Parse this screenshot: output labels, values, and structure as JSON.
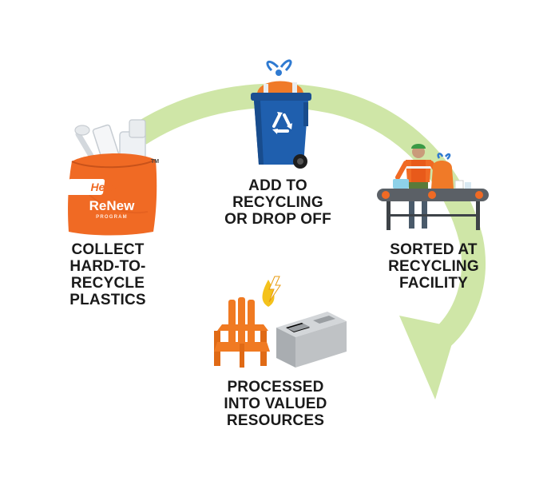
{
  "steps": [
    {
      "id": "collect",
      "lines": [
        "COLLECT",
        "HARD-TO-",
        "RECYCLE",
        "PLASTICS"
      ]
    },
    {
      "id": "add",
      "lines": [
        "ADD TO",
        "RECYCLING",
        "OR DROP OFF"
      ]
    },
    {
      "id": "sorted",
      "lines": [
        "SORTED AT",
        "RECYCLING",
        "FACILITY"
      ]
    },
    {
      "id": "processed",
      "lines": [
        "PROCESSED",
        "INTO VALUED",
        "RESOURCES"
      ]
    }
  ],
  "bag": {
    "brand": "Hefty",
    "product": "ReNew",
    "subtext": "PROGRAM",
    "mark": "TM"
  },
  "icons": [
    "orange-recycling-bag-icon",
    "blue-recycling-bin-icon",
    "recycle-symbol-icon",
    "worker-conveyor-icon",
    "adirondack-chair-icon",
    "energy-drop-icon",
    "cinder-block-icon"
  ],
  "colors": {
    "arrow": "#cfe6a7",
    "bag": "#f06a24",
    "bin": "#1f5fae",
    "chair": "#f07a22",
    "block": "#b9bcbf",
    "energy": "#f4c21b",
    "conveyor": "#5b6066",
    "text": "#1a1a1a"
  }
}
